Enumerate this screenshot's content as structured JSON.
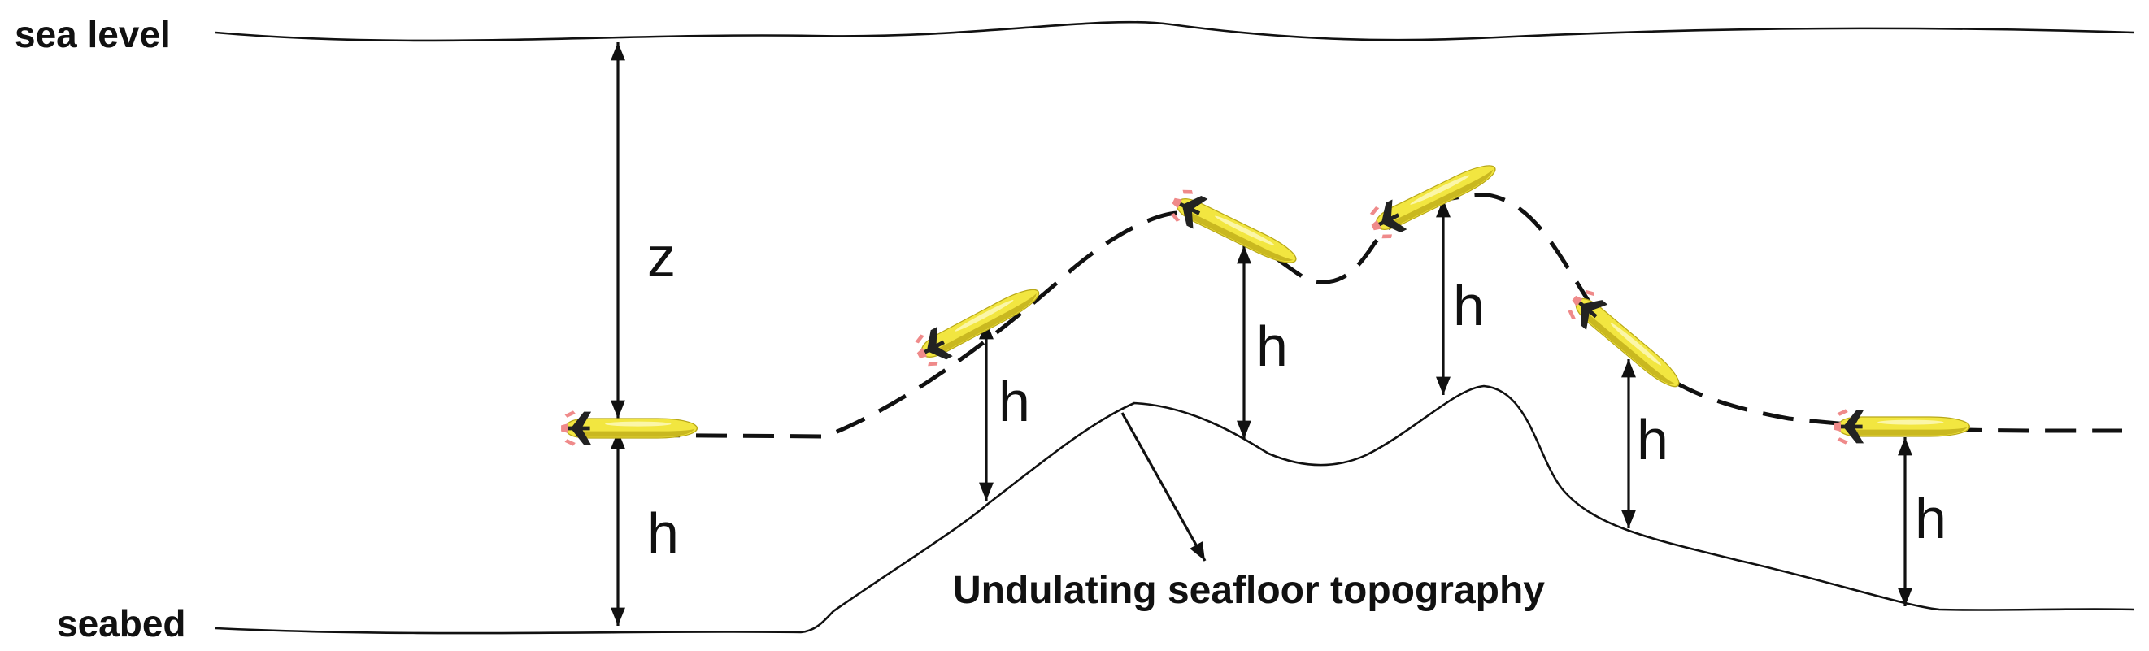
{
  "labels": {
    "sea_level": "sea level",
    "seabed": "seabed",
    "depth": "z",
    "altitude": "h",
    "topography": "Undulating seafloor topography"
  },
  "colors": {
    "vehicle_body": "#f2e640",
    "vehicle_shade": "#c9b820",
    "vehicle_fin": "#222222",
    "vehicle_tip": "#ef8a8a",
    "ink": "#111111"
  }
}
